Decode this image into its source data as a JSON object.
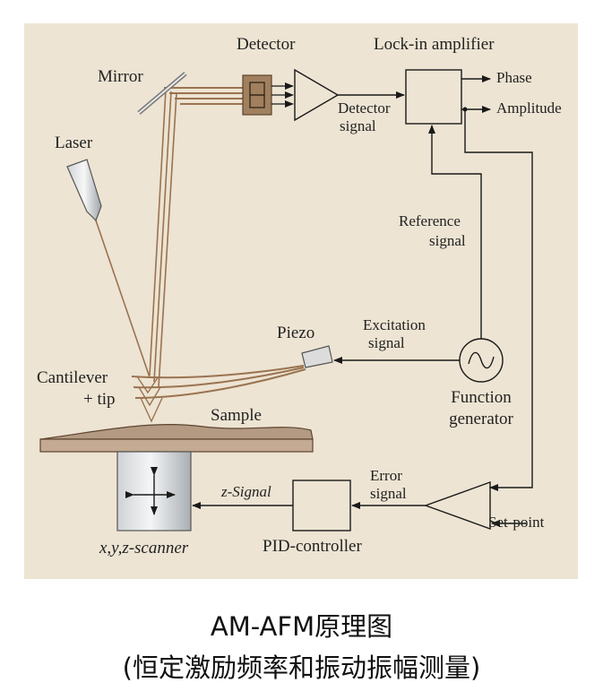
{
  "labels": {
    "detector": "Detector",
    "lockin": "Lock-in amplifier",
    "mirror": "Mirror",
    "phase": "Phase",
    "amplitude": "Amplitude",
    "detector_signal_1": "Detector",
    "detector_signal_2": "signal",
    "laser": "Laser",
    "reference_1": "Reference",
    "reference_2": "signal",
    "excitation_1": "Excitation",
    "excitation_2": "signal",
    "piezo": "Piezo",
    "cantilever_1": "Cantilever",
    "cantilever_2": "+ tip",
    "function_1": "Function",
    "function_2": "generator",
    "sample": "Sample",
    "error_1": "Error",
    "error_2": "signal",
    "z_signal": "z-Signal",
    "set_point": "Set-point",
    "pid": "PID-controller",
    "scanner": "x,y,z-scanner"
  },
  "caption": {
    "line1": "AM-AFM原理图",
    "line2": "(恒定激励频率和振动振幅测量)"
  },
  "colors": {
    "background": "#ede4d3",
    "beam": "#9a7350",
    "detector": "#a0805e",
    "lines": "#1a1a1a"
  }
}
